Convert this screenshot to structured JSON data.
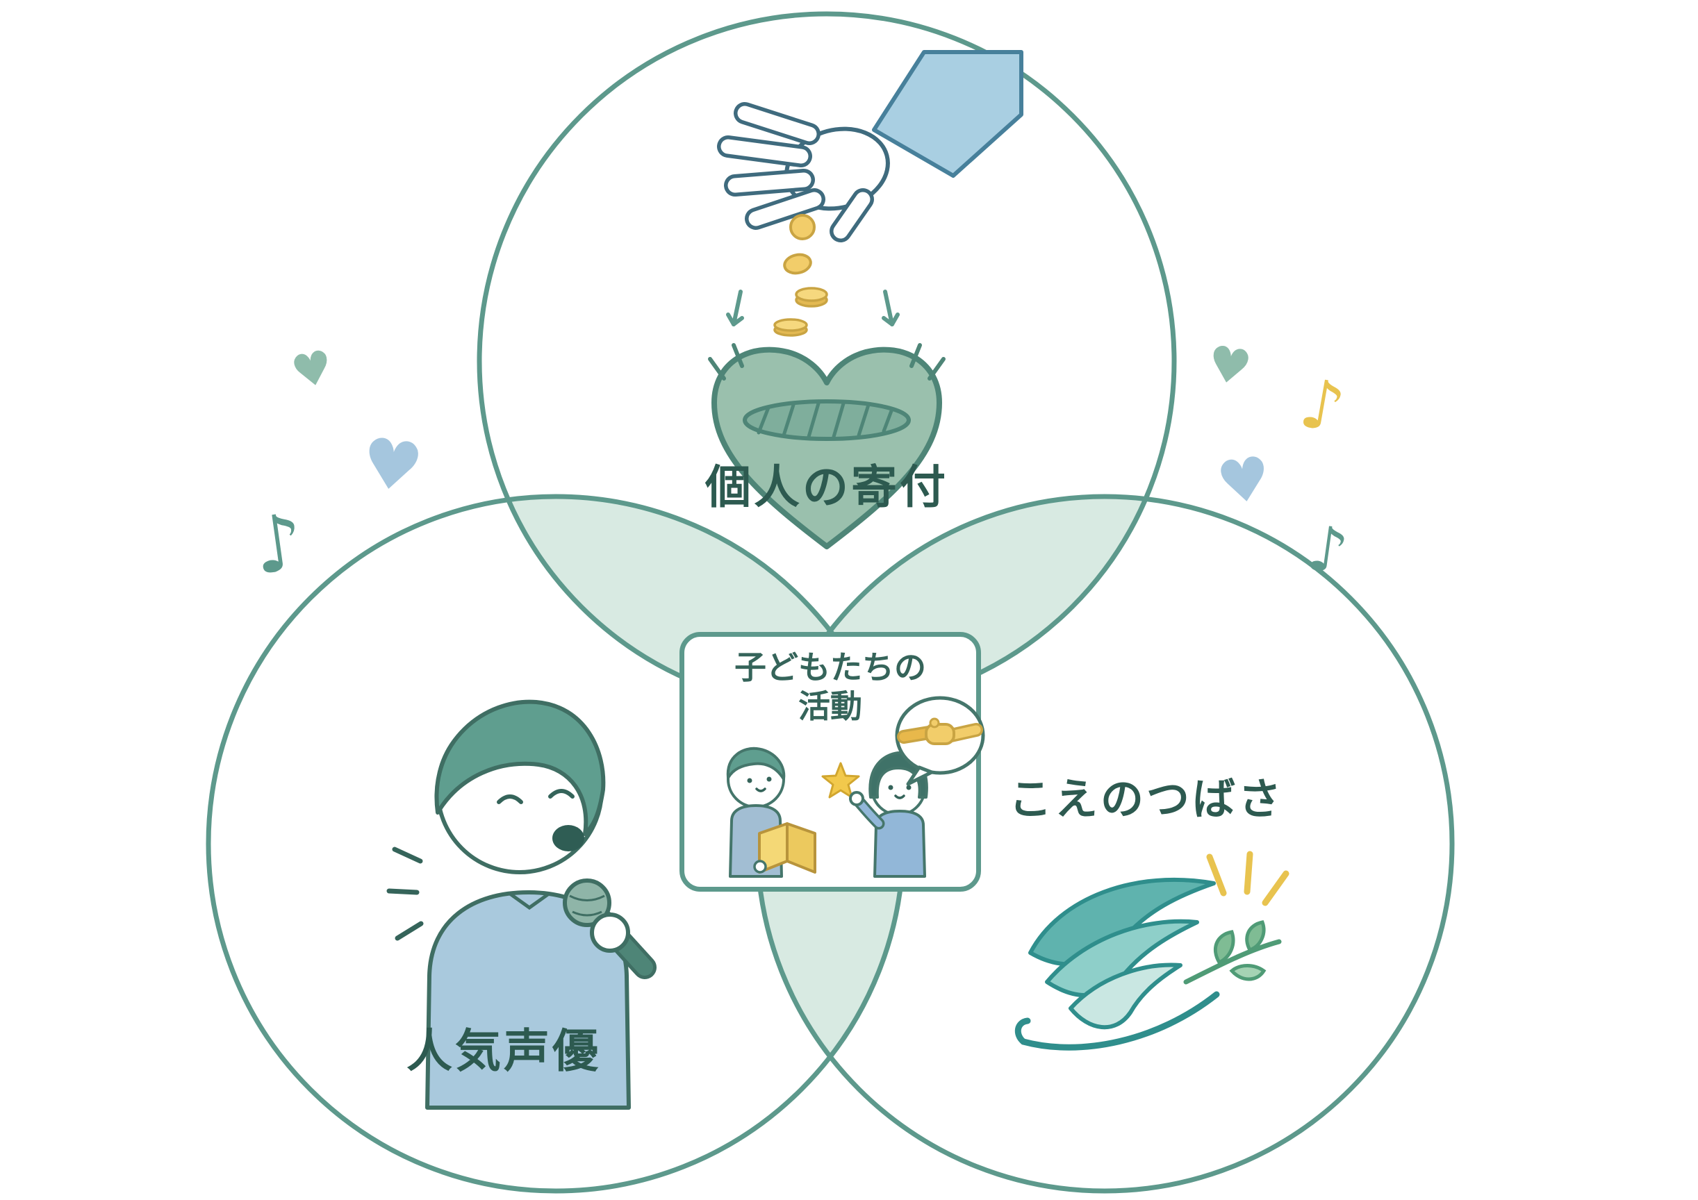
{
  "diagram": {
    "top_circle": {
      "label": "個人の寄付",
      "icon": "hand-dropping-coins-into-heart-basket"
    },
    "left_circle": {
      "label": "人気声優",
      "icon": "voice-actor-singing-with-microphone"
    },
    "right_circle": {
      "label": "こえのつばさ",
      "icon": "wing-with-sprout-and-sparkles"
    },
    "center": {
      "line1": "子どもたちの",
      "line2": "活動",
      "icon": "children-reading-and-waving-with-star",
      "bubble_icon": "handshake-speech-bubble"
    }
  },
  "decorations": {
    "heart_glyph": "♥",
    "note_glyph": "♪"
  },
  "palette": {
    "circle_stroke": "#5d998c",
    "overlap_fill": "#d8eae2",
    "label_text": "#2d5a50",
    "heart_basket_green": "#9ac0ad",
    "coin_yellow": "#f2cd6a",
    "sleeve_blue": "#a9cfe2",
    "hair_green": "#5f9e8f",
    "shirt_blue": "#a9c9dd",
    "wing_teal": "#2f8e8c",
    "sprout_green": "#4f9b76",
    "star_yellow": "#f2c94c",
    "deco_heart_teal": "#8fbcab",
    "deco_heart_blue": "#a5c6de",
    "deco_note_yellow": "#e8c34f"
  }
}
